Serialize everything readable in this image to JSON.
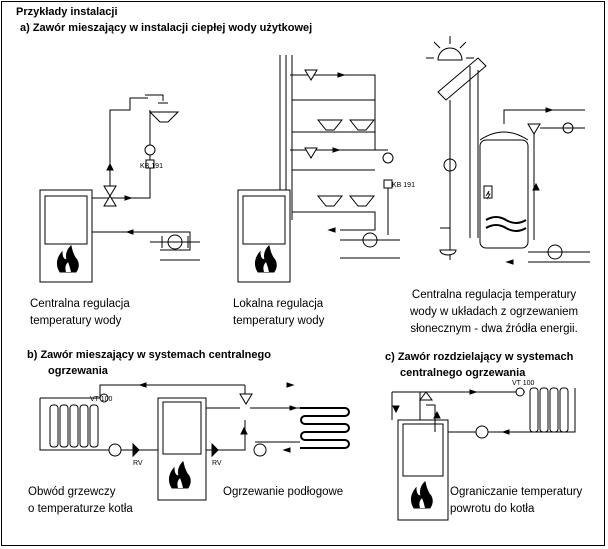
{
  "page_title": "Przykłady instalacji",
  "sections": {
    "a_title": "a) Zawór mieszający w instalacji ciepłej wody użytkowej",
    "b_title_line1": "b) Zawór mieszający w systemach centralnego",
    "b_title_line2": "ogrzewania",
    "c_title_line1": "c) Zawór rozdzielający w systemach",
    "c_title_line2": "centralnego ogrzewania"
  },
  "captions": {
    "a1_line1": "Centralna regulacja",
    "a1_line2": "temperatury wody",
    "a2_line1": "Lokalna regulacja",
    "a2_line2": "temperatury wody",
    "a3_line1": "Centralna regulacja temperatury",
    "a3_line2": "wody w układach z ogrzewaniem",
    "a3_line3": "słonecznym - dwa źródła energii.",
    "b1_line1": "Obwód grzewczy",
    "b1_line2": "o temperaturze kotła",
    "b2": "Ogrzewanie podłogowe",
    "c1_line1": "Ograniczanie temperatury",
    "c1_line2": "powrotu do kotła"
  },
  "labels": {
    "kb_a1": "KB 191",
    "kb_a2": "KB 191",
    "vt_b": "VT 100",
    "rv_b1": "RV",
    "rv_b2": "RV",
    "vt_c": "VT 100"
  }
}
